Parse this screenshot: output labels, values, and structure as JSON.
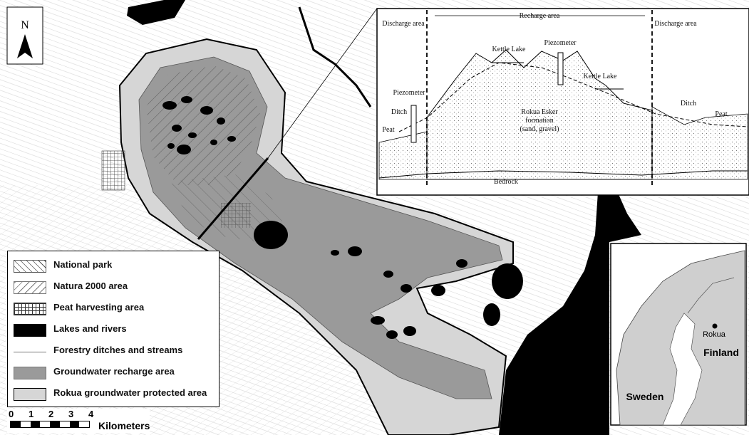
{
  "north_arrow": {
    "label": "N"
  },
  "legend": {
    "items": [
      {
        "key": "national-park",
        "label": "National park"
      },
      {
        "key": "natura-2000",
        "label": "Natura 2000 area"
      },
      {
        "key": "peat-harvesting",
        "label": "Peat harvesting area"
      },
      {
        "key": "lakes-rivers",
        "label": "Lakes and rivers"
      },
      {
        "key": "forestry-ditches",
        "label": "Forestry ditches and streams"
      },
      {
        "key": "recharge",
        "label": "Groundwater recharge area"
      },
      {
        "key": "protected",
        "label": "Rokua groundwater protected area"
      }
    ]
  },
  "scale_bar": {
    "ticks": [
      "0",
      "1",
      "2",
      "3",
      "4"
    ],
    "unit": "Kilometers"
  },
  "cross_section": {
    "discharge_left": "Discharge area",
    "recharge": "Recharge area",
    "discharge_right": "Discharge area",
    "kettle_lake_1": "Kettle Lake",
    "kettle_lake_2": "Kettle Lake",
    "piezometer_1": "Piezometer",
    "piezometer_2": "Piezometer",
    "ditch_left": "Ditch",
    "ditch_right": "Ditch",
    "peat_left": "Peat",
    "peat_right": "Peat",
    "formation_line1": "Rokua Esker",
    "formation_line2": "formation",
    "formation_line3": "(sand, gravel)",
    "bedrock": "Bedrock"
  },
  "locator": {
    "sweden": "Sweden",
    "finland": "Finland",
    "rokua": "Rokua"
  },
  "colors": {
    "recharge": "#9a9a9a",
    "protected": "#d6d6d6",
    "lakes": "#000000",
    "background": "#ffffff",
    "locator_land": "#cfcfcf"
  }
}
